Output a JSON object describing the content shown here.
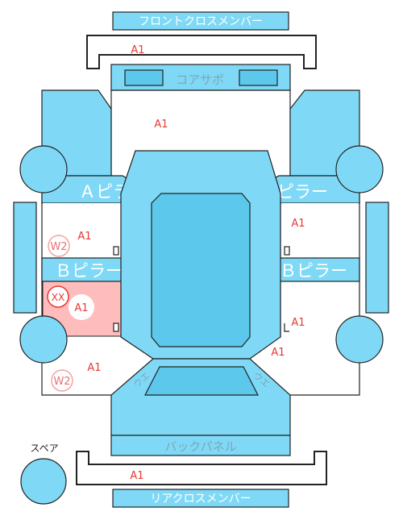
{
  "labels": {
    "front_cross_member": "フロントクロスメンバー",
    "core_support": "コアサポ",
    "a_pillar_left": "Ａピラー",
    "a_pillar_right": "Ａピラー",
    "b_pillar_left": "Ｂピラー",
    "b_pillar_right": "Ｂピラー",
    "back_panel": "バックパネル",
    "rear_cross_member": "リアクロスメンバー",
    "rear_left_diag": "ウエ",
    "rear_right_diag": "ウエ",
    "spare": "スペア"
  },
  "grades": {
    "front_cross_member": "A1",
    "core_support_area": "A1",
    "left_front_door": "A1",
    "right_front_door": "A1",
    "left_rear_door": "A1",
    "right_rear_door": "A1",
    "left_rear_quarter": "A1",
    "right_rear_quarter": "A1",
    "rear_cross_member": "A1"
  },
  "badges": {
    "left_front_door": "W2",
    "left_rear_door": "XX",
    "left_rear_quarter": "W2"
  },
  "colors": {
    "panel": "#7fd9f6",
    "panel_mid": "#5cc9ec",
    "damage_fill": "#ffbcbc",
    "grade_text": "#e53935",
    "badge_faint": "#f3a3a3"
  }
}
